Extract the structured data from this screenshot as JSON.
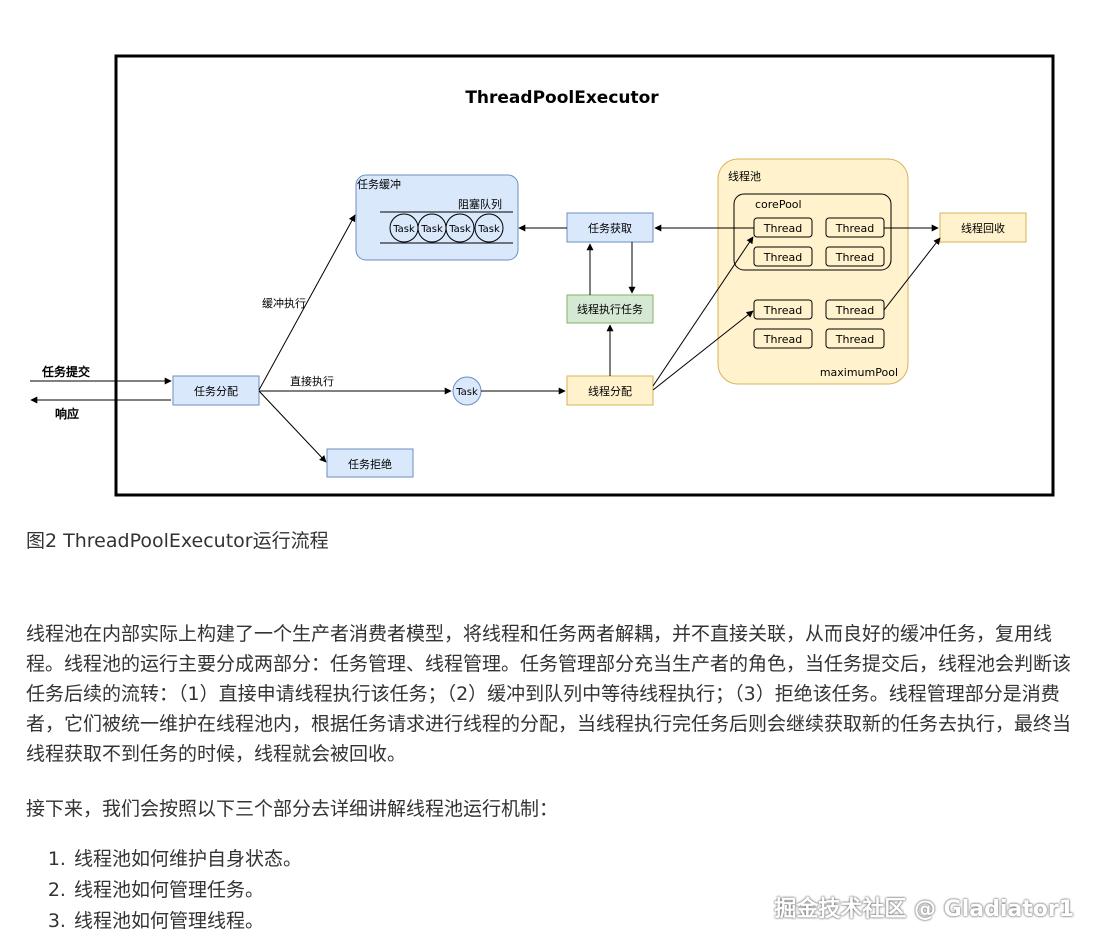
{
  "diagram": {
    "title": "ThreadPoolExecutor",
    "submit_label": "任务提交",
    "response_label": "响应",
    "dispatch": "任务分配",
    "buffer_group": "任务缓冲",
    "blocking_queue": "阻塞队列",
    "tasks": [
      "Task",
      "Task",
      "Task",
      "Task"
    ],
    "buffer_exec": "缓冲执行",
    "direct_exec": "直接执行",
    "single_task": "Task",
    "reject": "任务拒绝",
    "fetch_task": "任务获取",
    "thread_exec": "线程执行任务",
    "thread_alloc": "线程分配",
    "pool_group": "线程池",
    "core_pool": "corePool",
    "max_pool": "maximumPool",
    "thread_label": "Thread",
    "recycle": "线程回收"
  },
  "caption": "图2 ThreadPoolExecutor运行流程",
  "paragraphs": [
    "线程池在内部实际上构建了一个生产者消费者模型，将线程和任务两者解耦，并不直接关联，从而良好的缓冲任务，复用线程。线程池的运行主要分成两部分：任务管理、线程管理。任务管理部分充当生产者的角色，当任务提交后，线程池会判断该任务后续的流转：（1）直接申请线程执行该任务；（2）缓冲到队列中等待线程执行；（3）拒绝该任务。线程管理部分是消费者，它们被统一维护在线程池内，根据任务请求进行线程的分配，当线程执行完任务后则会继续获取新的任务去执行，最终当线程获取不到任务的时候，线程就会被回收。",
    "接下来，我们会按照以下三个部分去详细讲解线程池运行机制："
  ],
  "list": [
    "线程池如何维护自身状态。",
    "线程池如何管理任务。",
    "线程池如何管理线程。"
  ],
  "watermark": "掘金技术社区 @ Gladiator1",
  "colors": {
    "blue_fill": "#dae8fc",
    "blue_stroke": "#6c8ebf",
    "yellow_fill": "#fff2cc",
    "yellow_stroke": "#d6b656",
    "green_fill": "#d5e8d4",
    "green_stroke": "#82b366"
  }
}
